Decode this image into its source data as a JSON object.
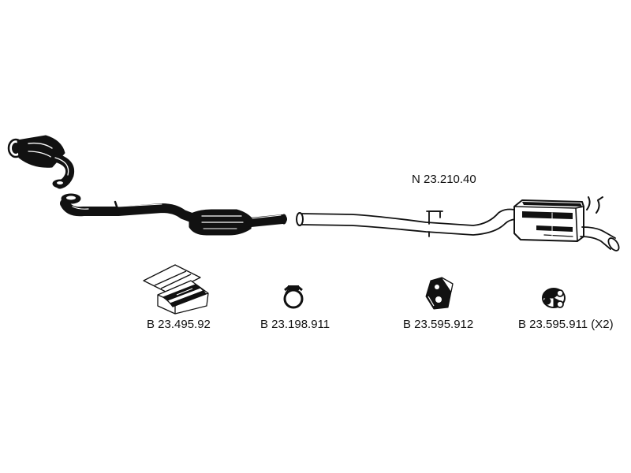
{
  "main_part": {
    "number": "N 23.210.40",
    "icon": "rear-silencer-pipe-icon"
  },
  "front_section": {
    "icon": "catalytic-converter-front-pipe-icon"
  },
  "accessories": [
    {
      "number": "B 23.495.92",
      "icon": "mounting-kit-box-icon"
    },
    {
      "number": "B 23.198.911",
      "icon": "pipe-clamp-icon"
    },
    {
      "number": "B 23.595.912",
      "icon": "rubber-hanger-bracket-icon"
    },
    {
      "number": "B 23.595.911 (X2)",
      "icon": "rubber-mount-ring-icon"
    }
  ],
  "colors": {
    "ink": "#111111",
    "pipe_fill": "#f2f2f2",
    "background": "#ffffff"
  }
}
